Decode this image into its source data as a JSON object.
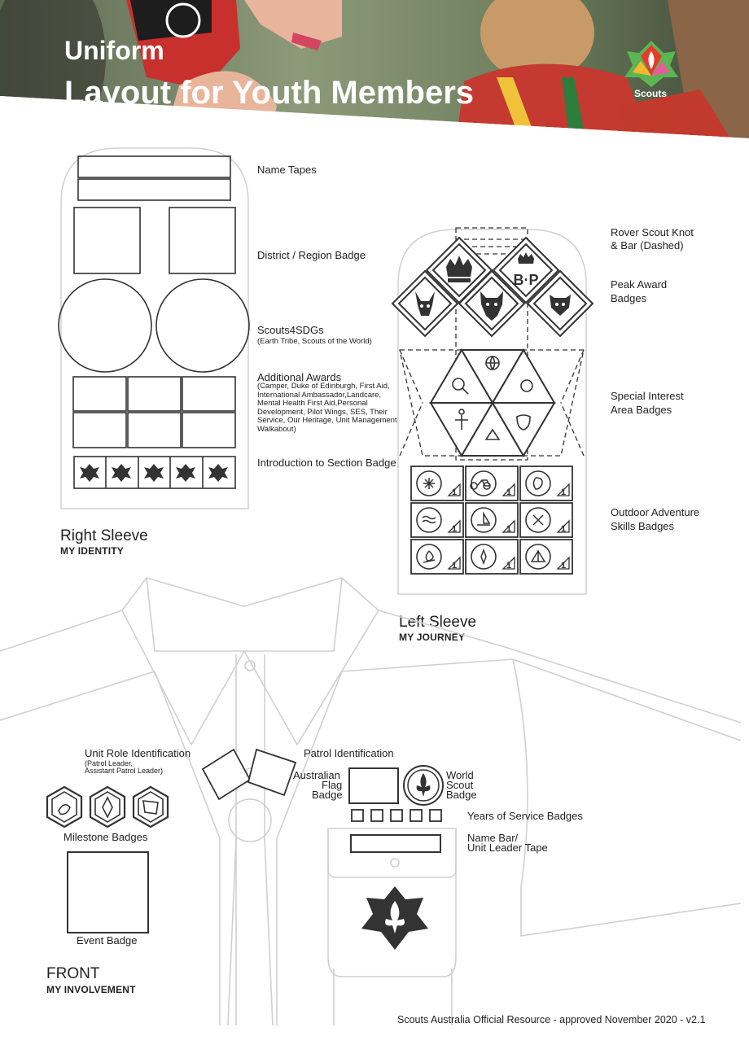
{
  "header": {
    "title_line1": "Uniform",
    "title_line2": "Layout for Youth Members",
    "logo_text": "Scouts"
  },
  "right_sleeve": {
    "heading": "Right Sleeve",
    "subheading": "MY IDENTITY",
    "labels": {
      "name_tapes": "Name Tapes",
      "district": "District / Region Badge",
      "sdgs": "Scouts4SDGs",
      "sdgs_note": "(Earth Tribe, Scouts of the World)",
      "additional_awards": "Additional Awards",
      "additional_awards_note": "(Camper, Duke of Edinburgh, First Aid, International Ambassador,Landcare, Mental Health First Aid,Personal Development, Pilot Wings, SES, Their Service, Our Heritage, Unit Management, Walkabout)",
      "intro_section": "Introduction to Section Badge"
    }
  },
  "left_sleeve": {
    "heading": "Left Sleeve",
    "subheading": "MY JOURNEY",
    "labels": {
      "rover_knot": "Rover Scout Knot",
      "rover_knot_2": "& Bar (Dashed)",
      "peak_award": "Peak Award",
      "peak_award_2": "Badges",
      "special_interest": "Special Interest",
      "special_interest_2": "Area Badges",
      "oas": "Outdoor Adventure",
      "oas_2": "Skills Badges"
    },
    "oas_stage_number": "1",
    "oas_icons": [
      "snowflake-icon",
      "bicycle-icon",
      "climbing-icon",
      "water-icon",
      "sailboat-icon",
      "paddle-icon",
      "campfire-icon",
      "compass-icon",
      "tent-icon"
    ],
    "bp_text": "B·P"
  },
  "front": {
    "heading": "FRONT",
    "subheading": "MY INVOLVEMENT",
    "labels": {
      "unit_role": "Unit Role Identification",
      "unit_role_note_1": "(Patrol Leader,",
      "unit_role_note_2": "Assistant Patrol Leader)",
      "patrol_id": "Patrol Identification",
      "flag_1": "Australian",
      "flag_2": "Flag",
      "flag_3": "Badge",
      "world_1": "World",
      "world_2": "Scout",
      "world_3": "Badge",
      "years_service": "Years of Service Badges",
      "name_bar_1": "Name Bar/",
      "name_bar_2": "Unit Leader Tape",
      "milestone": "Milestone Badges",
      "event": "Event Badge"
    }
  },
  "footer": {
    "text": "Scouts Australia Official Resource - approved November 2020 - v2.1"
  },
  "colors": {
    "outline": "#cfcfcf",
    "badge": "#333333",
    "logo_red": "#e53b2c",
    "logo_green": "#5ab552",
    "logo_yellow": "#f5b82e"
  }
}
